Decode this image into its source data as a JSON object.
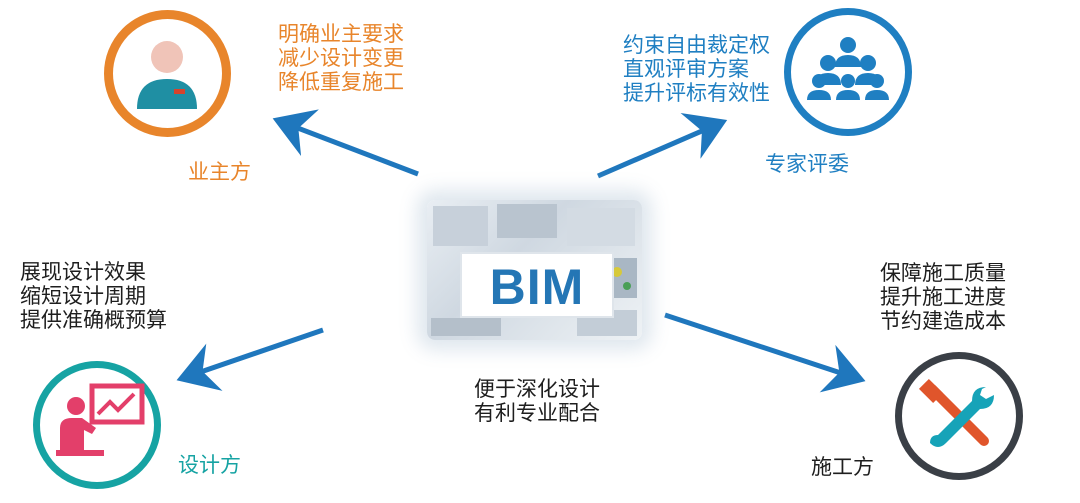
{
  "center": {
    "label": "BIM"
  },
  "nodes": {
    "owner": {
      "title": "业主方",
      "lines": "明确业主要求\n减少设计变更\n降低重复施工",
      "color": "#e8852b"
    },
    "experts": {
      "title": "专家评委",
      "lines": "约束自由裁定权\n直观评审方案\n提升评标有效性",
      "color": "#1f7fc2"
    },
    "designer": {
      "title": "设计方",
      "lines": "展现设计效果\n缩短设计周期\n提供准确概预算",
      "color": "#16a3a3"
    },
    "builder": {
      "title": "施工方",
      "lines": "保障施工质量\n提升施工进度\n节约建造成本",
      "color": "#3a3f46"
    }
  },
  "center_note": "便于深化设计\n有利专业配合",
  "colors": {
    "arrow": "#1f77bd",
    "background": "#ffffff"
  }
}
